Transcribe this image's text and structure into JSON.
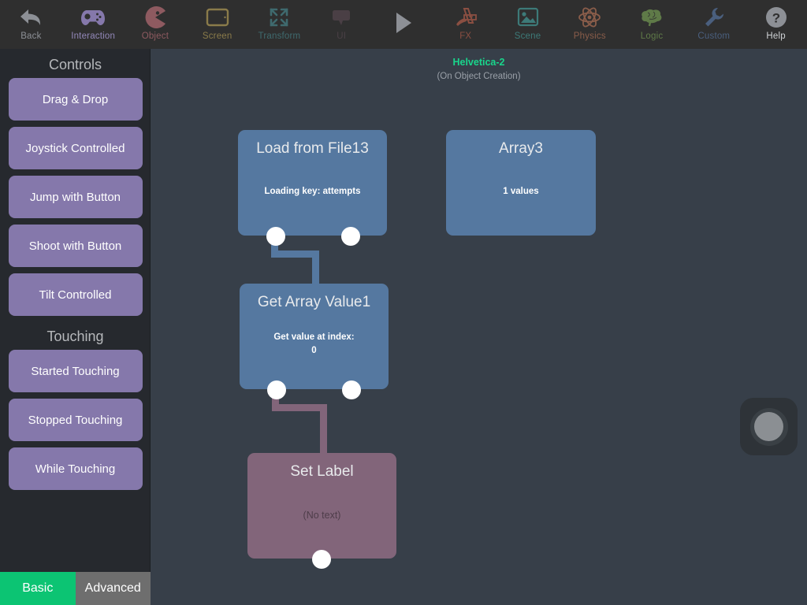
{
  "toolbar": {
    "items": [
      {
        "label": "Back",
        "icon": "back-arrow-icon",
        "color": "#8d9096",
        "dim": false
      },
      {
        "label": "Interaction",
        "icon": "gamepad-icon",
        "color": "#8578ab",
        "dim": false
      },
      {
        "label": "Object",
        "icon": "pacman-icon",
        "color": "#8e5a60",
        "dim": true
      },
      {
        "label": "Screen",
        "icon": "tablet-icon",
        "color": "#8a7b4a",
        "dim": true
      },
      {
        "label": "Transform",
        "icon": "expand-arrows-icon",
        "color": "#3f6a6e",
        "dim": true
      },
      {
        "label": "UI",
        "icon": "speech-bubble-icon",
        "color": "#4a3f45",
        "dim": true
      },
      {
        "label": "",
        "icon": "play-icon",
        "color": "#8d9096",
        "dim": false
      },
      {
        "label": "FX",
        "icon": "paintbrush-ruler-icon",
        "color": "#8b4f42",
        "dim": true
      },
      {
        "label": "Scene",
        "icon": "photo-icon",
        "color": "#3d7a78",
        "dim": true
      },
      {
        "label": "Physics",
        "icon": "atom-icon",
        "color": "#8a5d4a",
        "dim": true
      },
      {
        "label": "Logic",
        "icon": "brain-icon",
        "color": "#5f7a48",
        "dim": true
      },
      {
        "label": "Custom",
        "icon": "wrench-icon",
        "color": "#4a5f7e",
        "dim": true
      },
      {
        "label": "Help",
        "icon": "question-circle-icon",
        "color": "#8d9096",
        "dim": false
      }
    ]
  },
  "sidebar": {
    "sections": [
      {
        "title": "Controls",
        "items": [
          {
            "label": "Drag & Drop"
          },
          {
            "label": "Joystick Controlled"
          },
          {
            "label": "Jump with Button"
          },
          {
            "label": "Shoot with Button"
          },
          {
            "label": "Tilt Controlled"
          }
        ]
      },
      {
        "title": "Touching",
        "items": [
          {
            "label": "Started Touching"
          },
          {
            "label": "Stopped Touching"
          },
          {
            "label": "While Touching"
          }
        ]
      }
    ],
    "tabs": [
      {
        "label": "Basic",
        "active": true
      },
      {
        "label": "Advanced",
        "active": false
      }
    ]
  },
  "canvas": {
    "header_title": "Helvetica-2",
    "header_subtitle": "(On Object Creation)",
    "nodes": [
      {
        "id": "load-from-file",
        "title": "Load from File13",
        "body": "Loading key: attempts",
        "color": "blue"
      },
      {
        "id": "array",
        "title": "Array3",
        "body": "1 values",
        "color": "blue"
      },
      {
        "id": "get-array-value",
        "title": "Get Array Value1",
        "body": "Get value at index:\n0",
        "color": "blue"
      },
      {
        "id": "set-label",
        "title": "Set Label",
        "body": "(No text)",
        "color": "mauve"
      }
    ]
  },
  "float_button": {
    "icon": "record-circle-icon"
  },
  "colors": {
    "canvas_bg": "#373f49",
    "sidebar_bg": "#26292e",
    "toolbar_bg": "#2f2f2f",
    "node_blue": "#5578a0",
    "node_mauve": "#82657a",
    "accent_green": "#0cc473",
    "header_green": "#19d68c",
    "sidebar_button": "#8578ab"
  }
}
